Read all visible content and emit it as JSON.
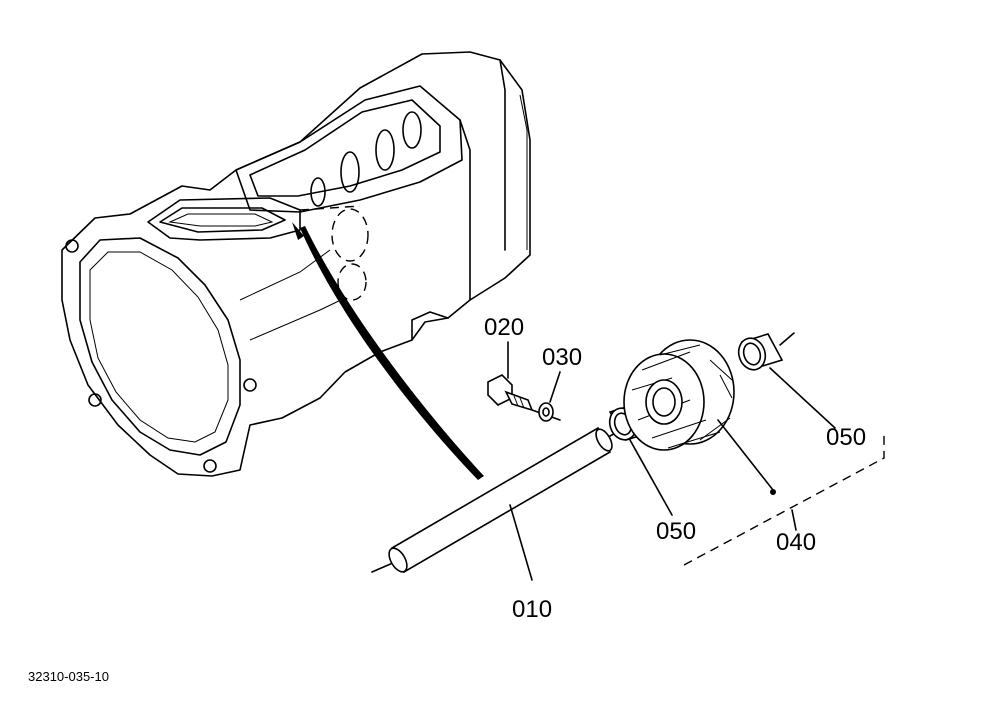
{
  "parts": {
    "shaft": "010",
    "bolt": "020",
    "washer": "030",
    "gear": "040",
    "bushing_front": "050",
    "bushing_rear": "050"
  },
  "drawing_code": "32310-035-10"
}
